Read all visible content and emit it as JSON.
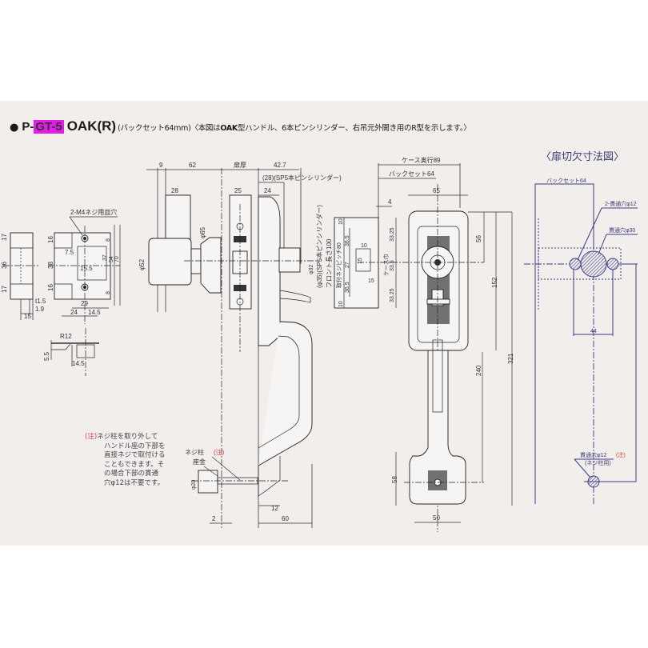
{
  "header": {
    "bullet": "●",
    "prefix": "P-",
    "model_code": "GT-5",
    "model_name": "OAK(R)",
    "backset_note": "(バックセット64mm)",
    "desc_open": "〈本図は",
    "desc_bold": "OAK",
    "desc_rest": "型ハンドル、6本ピンシリンダー、右吊元外開き用のR型を示します。〉",
    "model_highlight_color": "#e21ee6"
  },
  "strike_plate": {
    "label_holes": "2-M4ネジ用皿穴",
    "dims": [
      "17",
      "36",
      "17",
      "16",
      "38",
      "16",
      "7.5",
      "15.5",
      "37",
      "54",
      "70",
      "8",
      "8",
      "t1.5",
      "1.9",
      "15",
      "29",
      "24",
      "14.5"
    ]
  },
  "strike_box": {
    "dims": [
      "R12",
      "5.5",
      "14.5"
    ]
  },
  "side_view": {
    "dims_top": [
      "9",
      "62",
      "扉厚",
      "42.7"
    ],
    "dims_second": [
      "28",
      "25",
      "24"
    ],
    "cylinder_note": "(28)(SP5本ピンシリンダー)",
    "phi65": "φ65",
    "phi52": "φ52",
    "phi32": "φ32",
    "phi35_note": "(φ35)(SP5本ピンシリンダー)",
    "front_length": "フロント長さ100",
    "screw_post": "ネジ柱",
    "washer": "座金",
    "note_mark": "(注)",
    "phi20": "φ20",
    "dims_bottom": [
      "2",
      "12",
      "60"
    ]
  },
  "case_view": {
    "case_depth": "ケース奥行89",
    "backset": "バックセット64",
    "dim_4": "4",
    "pitch_label": "取付ネジピッチ80",
    "dims_left": [
      "10",
      "36.5",
      "27",
      "36.5",
      "10"
    ],
    "dims_inner": [
      "10",
      "15",
      "15"
    ],
    "dims_right": [
      "33.25",
      "33.5",
      "33.25"
    ],
    "case_width_label": "ケース巾"
  },
  "front_view": {
    "dims": [
      "65",
      "56",
      "152",
      "240",
      "321",
      "58",
      "50"
    ]
  },
  "cutout": {
    "title": "〈扉切欠寸法図〉",
    "backset": "バックセット64",
    "holes_small": "2-貫通穴φ12",
    "hole_large": "貫通穴φ30",
    "spacing": "44",
    "bottom_hole": "貫通穴φ12",
    "bottom_note": "(注)",
    "bottom_sub": "(ネジ柱用)"
  },
  "note": {
    "mark": "(注)",
    "lines": [
      "ネジ柱を取り外して",
      "ハンドル座の下部を",
      "直接ネジで取付ける",
      "こともできます。そ",
      "の場合下部の貫通",
      "穴φ12は不要です。"
    ]
  }
}
